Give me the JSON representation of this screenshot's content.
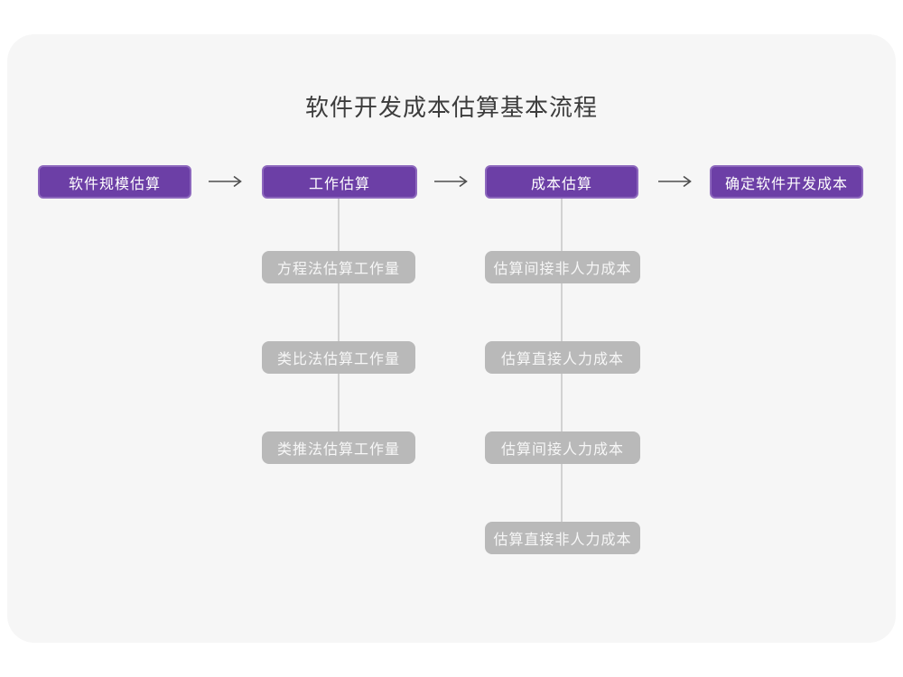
{
  "title": "软件开发成本估算基本流程",
  "flow": {
    "steps": [
      {
        "label": "软件规模估算"
      },
      {
        "label": "工作估算"
      },
      {
        "label": "成本估算"
      },
      {
        "label": "确定软件开发成本"
      }
    ]
  },
  "branches": {
    "work": [
      "方程法估算工作量",
      "类比法估算工作量",
      "类推法估算工作量"
    ],
    "cost": [
      "估算间接非人力成本",
      "估算直接人力成本",
      "估算间接人力成本",
      "估算直接非人力成本"
    ]
  },
  "colors": {
    "step_fill": "#6c3fa6",
    "step_border": "#8d68bd",
    "sub_fill": "#b9b9b9",
    "card_background": "#f6f6f6",
    "connector_line": "#d2d2d2",
    "arrow": "#4d4d4d",
    "title_text": "#3c3c3c"
  }
}
